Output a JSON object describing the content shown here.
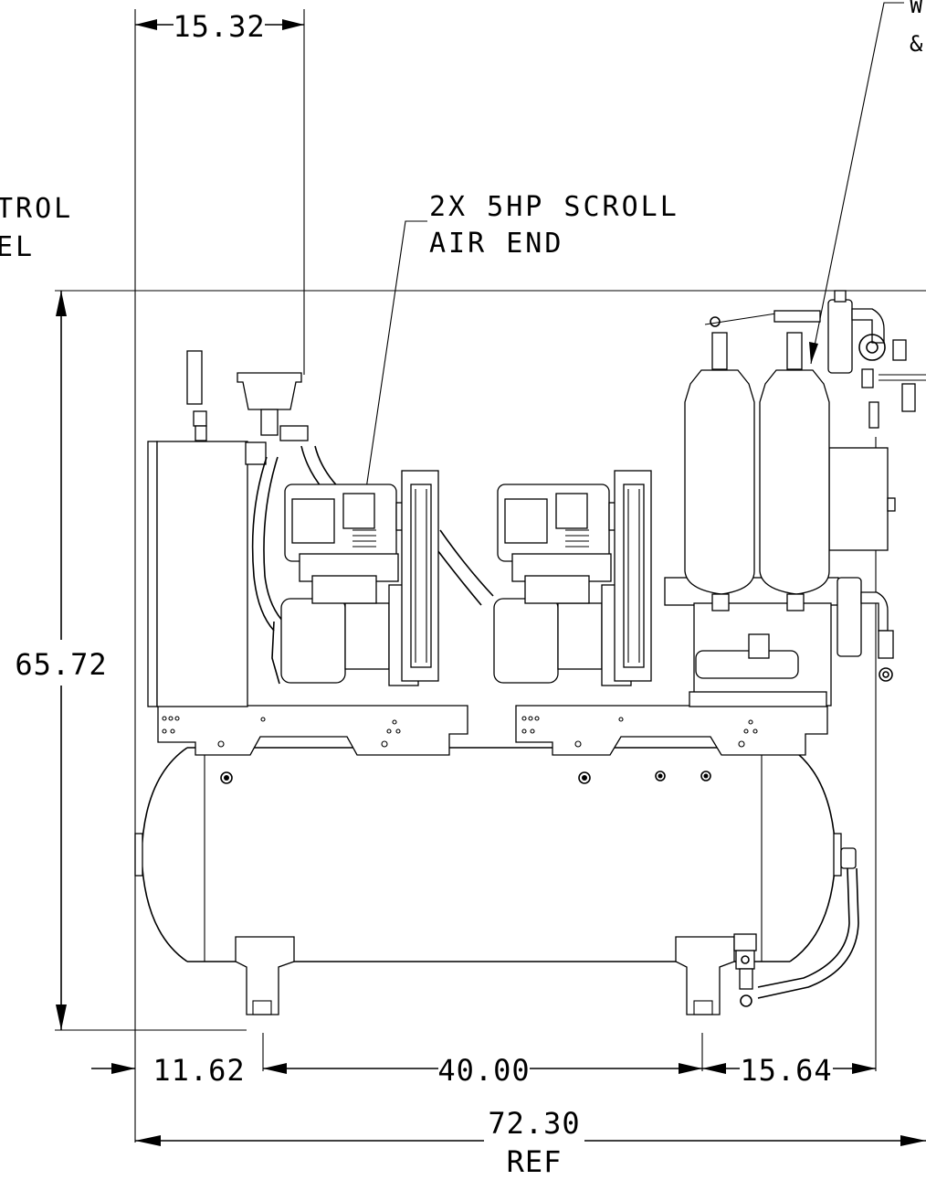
{
  "dimensions": {
    "top_offset": "15.32",
    "height": "65.72",
    "left_offset": "11.62",
    "foot_span": "40.00",
    "right_offset": "15.64",
    "overall_width": "72.30",
    "overall_width_note": "REF"
  },
  "callouts": {
    "air_end_line1": "2X 5HP SCROLL",
    "air_end_line2": "AIR END",
    "control_panel_line1": "TROL",
    "control_panel_line2": "EL",
    "dryer_line1": "W",
    "dryer_line2": "&"
  }
}
